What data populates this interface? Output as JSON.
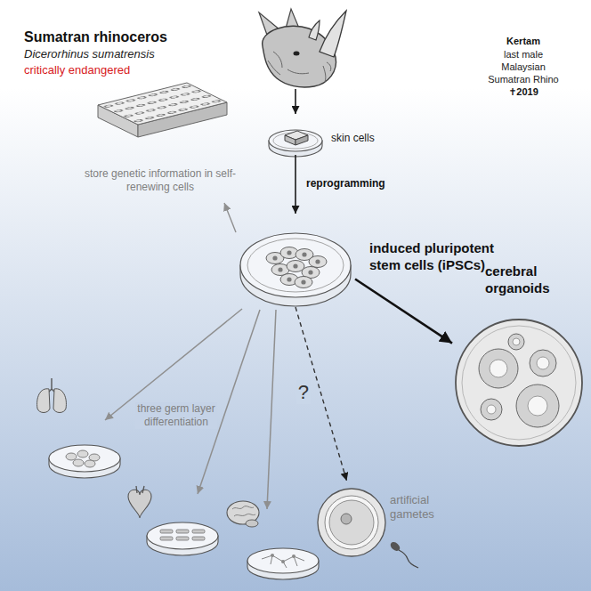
{
  "diagram": {
    "nodes": [
      {
        "text": [
          "Sumatran rhinoceros",
          "Dicerorhinus sumatrensis",
          "critically endangered",
          "Kertam",
          "last male Malaysian Sumatran Rhino",
          "✝2019"
        ]
      },
      {
        "text": [
          "skin cells"
        ]
      },
      {
        "text": [
          "induced pluripotent stem cells (iPSCs)"
        ]
      },
      {
        "text": [
          "store genetic information in self-renewing cells"
        ]
      },
      {
        "text": [
          "cerebral organoids"
        ]
      },
      {
        "text": [
          "artificial gametes"
        ]
      }
    ],
    "edges": [
      {
        "from": 0,
        "to": 1,
        "arrow": "to"
      },
      {
        "from": 1,
        "to": 2,
        "label": "reprogramming",
        "arrow": "to"
      },
      {
        "from": 2,
        "to": 3,
        "arrow": "to"
      },
      {
        "from": 2,
        "to": 4,
        "arrow": "to"
      },
      {
        "from": 2,
        "to": 5,
        "label": "?",
        "arrow": "to"
      }
    ],
    "labels": [
      "three germ layer differentiation"
    ]
  }
}
